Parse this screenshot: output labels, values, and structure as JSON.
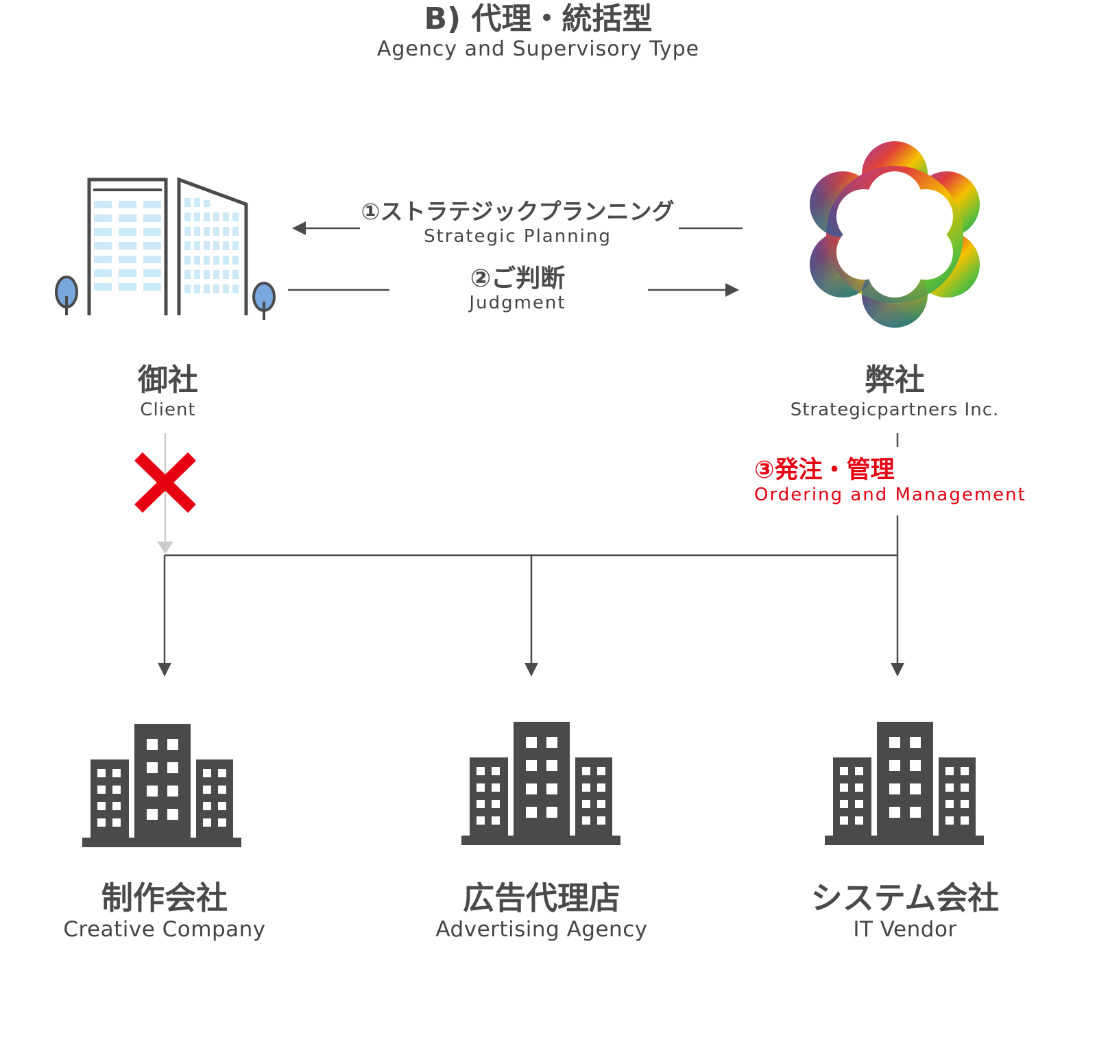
{
  "title": {
    "jp": "B) 代理・統括型",
    "en": "Agency and Supervisory Type"
  },
  "colors": {
    "text": "#444444",
    "line": "#4a4a4a",
    "accent_red": "#e60012",
    "disabled": "#cccccc",
    "window": "#cde8f7",
    "tree": "#7aa7dd"
  },
  "steps": [
    {
      "jp": "①ストラテジックプランニング",
      "en": "Strategic Planning",
      "direction": "to-client"
    },
    {
      "jp": "②ご判断",
      "en": "Judgment",
      "direction": "to-company"
    },
    {
      "jp": "③発注・管理",
      "en": "Ordering and Management",
      "direction": "to-vendors"
    }
  ],
  "client": {
    "jp": "御社",
    "en": "Client",
    "icon": "office-building-icon"
  },
  "company": {
    "jp": "弊社",
    "en": "Strategicpartners Inc.",
    "icon": "rainbow-flower-logo-icon"
  },
  "blocked_icon": "red-cross-icon",
  "vendors": [
    {
      "jp": "制作会社",
      "en": "Creative Company",
      "icon": "building-icon"
    },
    {
      "jp": "広告代理店",
      "en": "Advertising Agency",
      "icon": "building-icon"
    },
    {
      "jp": "システム会社",
      "en": "IT Vendor",
      "icon": "building-icon"
    }
  ]
}
